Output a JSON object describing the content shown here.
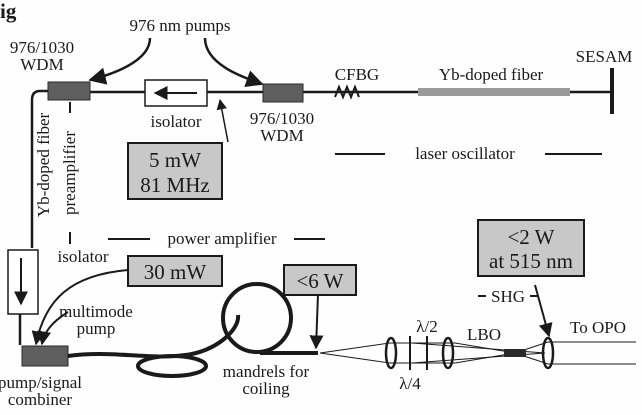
{
  "labels": {
    "heading_partial": "ig",
    "pumps_976": "976 nm pumps",
    "wdm_left_line1": "976/1030",
    "wdm_left_line2": "WDM",
    "wdm_right_line1": "976/1030",
    "wdm_right_line2": "WDM",
    "cfbg": "CFBG",
    "yb_fiber_top": "Yb-doped fiber",
    "sesam": "SESAM",
    "isolator_top": "isolator",
    "laser_oscillator": "laser oscillator",
    "yb_fiber_vertical": "Yb-doped fiber",
    "preamplifier": "preamplifier",
    "power_amplifier": "power amplifier",
    "isolator_left": "isolator",
    "multimode_pump_line1": "multimode",
    "multimode_pump_line2": "pump",
    "pump_signal_line1": "pump/signal",
    "pump_signal_line2": "combiner",
    "mandrels_line1": "mandrels for",
    "mandrels_line2": "coiling",
    "lambda_half": "λ/2",
    "lambda_quarter": "λ/4",
    "lbo": "LBO",
    "shg": "SHG",
    "to_opo": "To OPO"
  },
  "boxes": {
    "oscillator_power": "5 mW",
    "oscillator_rate": "81 MHz",
    "preamp_power": "30 mW",
    "amp_power": "<6 W",
    "shg_power": "<2 W",
    "shg_wavelength": "at 515 nm"
  },
  "colors": {
    "box_fill": "#c8c8c8",
    "component_fill": "#5e5e5e",
    "line": "#1a1a1a"
  }
}
